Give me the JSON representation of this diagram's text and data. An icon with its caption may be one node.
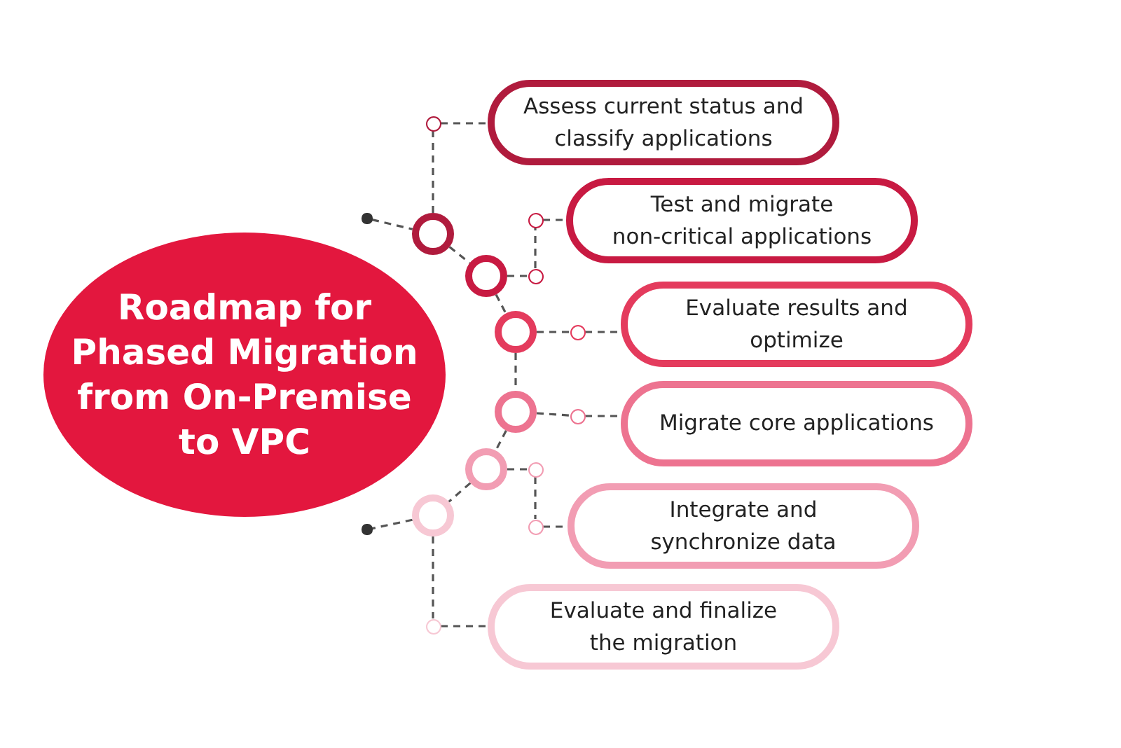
{
  "diagram": {
    "nodes": [
      {
        "text": [
          "Roadmap for Phased Migration from On-Premise to VPC"
        ]
      },
      {
        "text": [
          "Assess current status and classify applications"
        ]
      },
      {
        "text": [
          "Test and migrate non-critical applications"
        ]
      },
      {
        "text": [
          "Evaluate results and optimize"
        ]
      },
      {
        "text": [
          "Migrate core applications"
        ]
      },
      {
        "text": [
          "Integrate and synchronize data"
        ]
      },
      {
        "text": [
          "Evaluate and finalize the migration"
        ]
      },
      {
        "text": [],
        "shape": "circle"
      },
      {
        "text": [],
        "shape": "circle"
      },
      {
        "text": [],
        "shape": "circle"
      },
      {
        "text": [],
        "shape": "circle"
      },
      {
        "text": [],
        "shape": "circle"
      },
      {
        "text": [],
        "shape": "circle"
      },
      {
        "text": [],
        "shape": "circle"
      },
      {
        "text": [],
        "shape": "circle"
      },
      {
        "text": [],
        "shape": "circle"
      },
      {
        "text": [],
        "shape": "circle"
      },
      {
        "text": [],
        "shape": "circle"
      },
      {
        "text": [],
        "shape": "circle"
      },
      {
        "text": [],
        "shape": "circle"
      },
      {
        "text": [],
        "shape": "circle"
      },
      {
        "text": [],
        "shape": "circle"
      },
      {
        "text": [],
        "shape": "circle"
      }
    ],
    "edges": [
      {
        "from": 21,
        "to": 7,
        "arrow": "none",
        "style": "dashed"
      },
      {
        "from": 7,
        "to": 8,
        "arrow": "none",
        "style": "dashed"
      },
      {
        "from": 8,
        "to": 9,
        "arrow": "none",
        "style": "dashed"
      },
      {
        "from": 9,
        "to": 10,
        "arrow": "none",
        "style": "dashed"
      },
      {
        "from": 10,
        "to": 11,
        "arrow": "none",
        "style": "dashed"
      },
      {
        "from": 11,
        "to": 12,
        "arrow": "none",
        "style": "dashed"
      },
      {
        "from": 12,
        "to": 22,
        "arrow": "none",
        "style": "dashed"
      },
      {
        "from": 7,
        "to": 13,
        "arrow": "none",
        "style": "dashed"
      },
      {
        "from": 13,
        "to": 1,
        "arrow": "none",
        "style": "dashed"
      },
      {
        "from": 8,
        "to": 14,
        "arrow": "none",
        "style": "dashed"
      },
      {
        "from": 14,
        "to": 15,
        "arrow": "none",
        "style": "dashed"
      },
      {
        "from": 15,
        "to": 2,
        "arrow": "none",
        "style": "dashed"
      },
      {
        "from": 9,
        "to": 16,
        "arrow": "none",
        "style": "dashed"
      },
      {
        "from": 16,
        "to": 3,
        "arrow": "none",
        "style": "dashed"
      },
      {
        "from": 10,
        "to": 17,
        "arrow": "none",
        "style": "dashed"
      },
      {
        "from": 17,
        "to": 4,
        "arrow": "none",
        "style": "dashed"
      },
      {
        "from": 11,
        "to": 18,
        "arrow": "none",
        "style": "dashed"
      },
      {
        "from": 18,
        "to": 19,
        "arrow": "none",
        "style": "dashed"
      },
      {
        "from": 19,
        "to": 5,
        "arrow": "none",
        "style": "dashed"
      },
      {
        "from": 12,
        "to": 20,
        "arrow": "none",
        "style": "dashed"
      },
      {
        "from": 20,
        "to": 6,
        "arrow": "none",
        "style": "dashed"
      }
    ]
  }
}
